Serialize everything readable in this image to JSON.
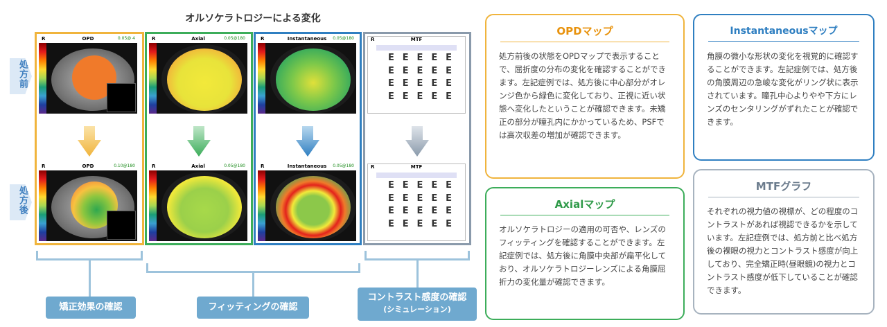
{
  "figure_title": "オルソケラトロジーによる変化",
  "row_labels": {
    "before": "処方前",
    "after": "処方後"
  },
  "panel_side": "R",
  "panels": {
    "opd": {
      "title": "OPD",
      "before_value": "0.05@ 4",
      "after_value": "0.10@180"
    },
    "axial": {
      "title": "Axial",
      "before_value": "0.05@180",
      "after_value": "0.05@180"
    },
    "instant": {
      "title": "Instantaneous",
      "before_value": "0.05@180",
      "after_value": "0.05@180"
    },
    "mtf": {
      "title": "MTF"
    }
  },
  "colors": {
    "opd": "#f0b43c",
    "axial": "#3cad5a",
    "instant": "#2f7fc1",
    "mtf": "#8a9aab",
    "bracket": "#9dc3dc",
    "pill": "#6fa9cf"
  },
  "bottom_labels": {
    "correction": "矯正効果の確認",
    "fitting": "フィッティングの確認",
    "contrast_line1": "コントラスト感度の確認",
    "contrast_line2": "(シミュレーション)"
  },
  "boxes": {
    "opd": {
      "title": "OPDマップ",
      "text": "処方前後の状態をOPDマップで表示することで、屈折度の分布の変化を確認することができます。左記症例では、処方後に中心部分がオレンジ色から緑色に変化しており、正視に近い状態へ変化したということが確認できます。未矯正の部分が瞳孔内にかかっているため、PSFでは高次収差の増加が確認できます。"
    },
    "instant": {
      "title": "Instantaneousマップ",
      "text": "角膜の微小な形状の変化を視覚的に確認することができます。左記症例では、処方後の角膜周辺の急峻な変化がリング状に表示されています。瞳孔中心よりやや下方にレンズのセンタリングがずれたことが確認できます。"
    },
    "axial": {
      "title": "Axialマップ",
      "text": "オルソケラトロジーの適用の可否や、レンズのフィッティングを確認することができます。左記症例では、処方後に角膜中央部が扁平化しており、オルソケラトロジーレンズによる角膜屈折力の変化量が確認できます。"
    },
    "mtf": {
      "title": "MTFグラフ",
      "text": "それぞれの視力値の視標が、どの程度のコントラストがあれば視認できるかを示しています。左記症例では、処方前と比べ処方後の裸眼の視力とコントラスト感度が向上しており、完全矯正時(昼眼鏡)の視力とコントラスト感度が低下していることが確認できます。"
    }
  }
}
